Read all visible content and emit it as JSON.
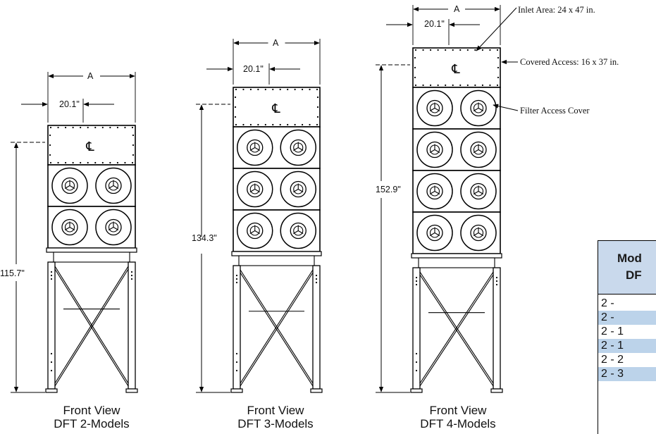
{
  "figures": [
    {
      "id": "dft-2",
      "caption_line1": "Front View",
      "caption_line2": "DFT 2-Models",
      "width_label": "A",
      "offset_label": "20.1\"",
      "height_label": "115.7\"",
      "filter_rows": 2
    },
    {
      "id": "dft-3",
      "caption_line1": "Front View",
      "caption_line2": "DFT 3-Models",
      "width_label": "A",
      "offset_label": "20.1\"",
      "height_label": "134.3\"",
      "filter_rows": 3
    },
    {
      "id": "dft-4",
      "caption_line1": "Front View",
      "caption_line2": "DFT  4-Models",
      "width_label": "A",
      "offset_label": "20.1\"",
      "height_label": "152.9\"",
      "filter_rows": 4
    }
  ],
  "centerline_symbol": "℄",
  "callouts": {
    "inlet": "Inlet Area:  24 x 47 in.",
    "access": "Covered Access:  16 x 37 in.",
    "filter": "Filter Access Cover"
  },
  "table": {
    "header_line1": "Mod",
    "header_line2": "DF",
    "rows": [
      "2 -",
      "2 -",
      "2 - 1",
      "2 - 1",
      "2 - 2",
      "2 - 3"
    ]
  },
  "colors": {
    "line": "#000000",
    "table_header_bg": "#c9d9ec",
    "table_alt_row_bg": "#bcd3ea"
  }
}
